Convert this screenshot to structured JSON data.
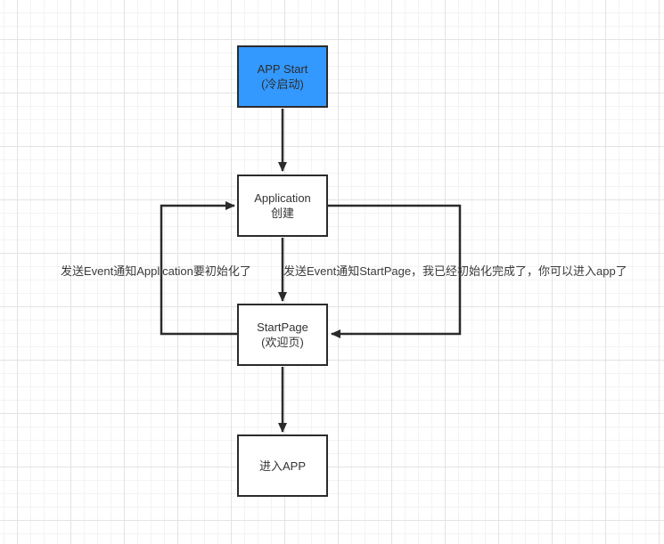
{
  "colors": {
    "canvas_background": "#ffffff",
    "grid_minor": "#f3f3f3",
    "grid_major": "#e3e3e3",
    "connector_line": "#2b2b2b",
    "node_border": "#2b2b2b",
    "node_fill_default": "#ffffff",
    "node_fill_start": "#3399ff",
    "text": "#333333"
  },
  "nodes": [
    {
      "id": "app-start",
      "line1": "APP Start",
      "line2": "(冷启动)",
      "fill": "#3399ff"
    },
    {
      "id": "application",
      "line1": "Application",
      "line2": "创建",
      "fill": "#ffffff"
    },
    {
      "id": "start-page",
      "line1": "StartPage",
      "line2": "(欢迎页)",
      "fill": "#ffffff"
    },
    {
      "id": "enter-app",
      "line1": "进入APP",
      "line2": "",
      "fill": "#ffffff"
    }
  ],
  "edge_labels": {
    "notify_application": "发送Event通知Application要初始化了",
    "notify_startpage": "发送Event通知StartPage，我已经初始化完成了，你可以进入app了"
  }
}
